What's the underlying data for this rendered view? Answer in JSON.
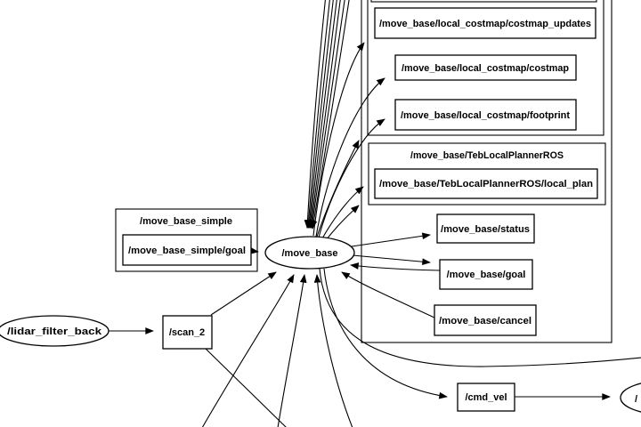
{
  "app": {
    "name": "ros-node-graph",
    "background": "#ffffff",
    "edge_color": "#000000",
    "node_fill": "#ffffff",
    "node_stroke": "#000000",
    "text_color": "#000000"
  },
  "graph": {
    "nodes": {
      "move_base": {
        "label": "/move_base",
        "shape": "ellipse"
      },
      "lidar_filter_back": {
        "label": "/lidar_filter_back",
        "shape": "ellipse"
      },
      "scan_2": {
        "label": "/scan_2",
        "shape": "rect"
      },
      "cmd_vel": {
        "label": "/cmd_vel",
        "shape": "rect"
      },
      "right_partial": {
        "label": "/",
        "shape": "ellipse"
      },
      "move_base_simple_goal": {
        "label": "/move_base_simple/goal",
        "shape": "rect"
      },
      "costmap_updates": {
        "label": "/move_base/local_costmap/costmap_updates",
        "shape": "rect"
      },
      "costmap": {
        "label": "/move_base/local_costmap/costmap",
        "shape": "rect"
      },
      "footprint": {
        "label": "/move_base/local_costmap/footprint",
        "shape": "rect"
      },
      "local_plan": {
        "label": "/move_base/TebLocalPlannerROS/local_plan",
        "shape": "rect"
      },
      "status": {
        "label": "/move_base/status",
        "shape": "rect"
      },
      "goal": {
        "label": "/move_base/goal",
        "shape": "rect"
      },
      "cancel": {
        "label": "/move_base/cancel",
        "shape": "rect"
      }
    },
    "clusters": {
      "move_base_simple": {
        "label": "/move_base_simple"
      },
      "teb_local_planner": {
        "label": "/move_base/TebLocalPlannerROS"
      }
    }
  }
}
